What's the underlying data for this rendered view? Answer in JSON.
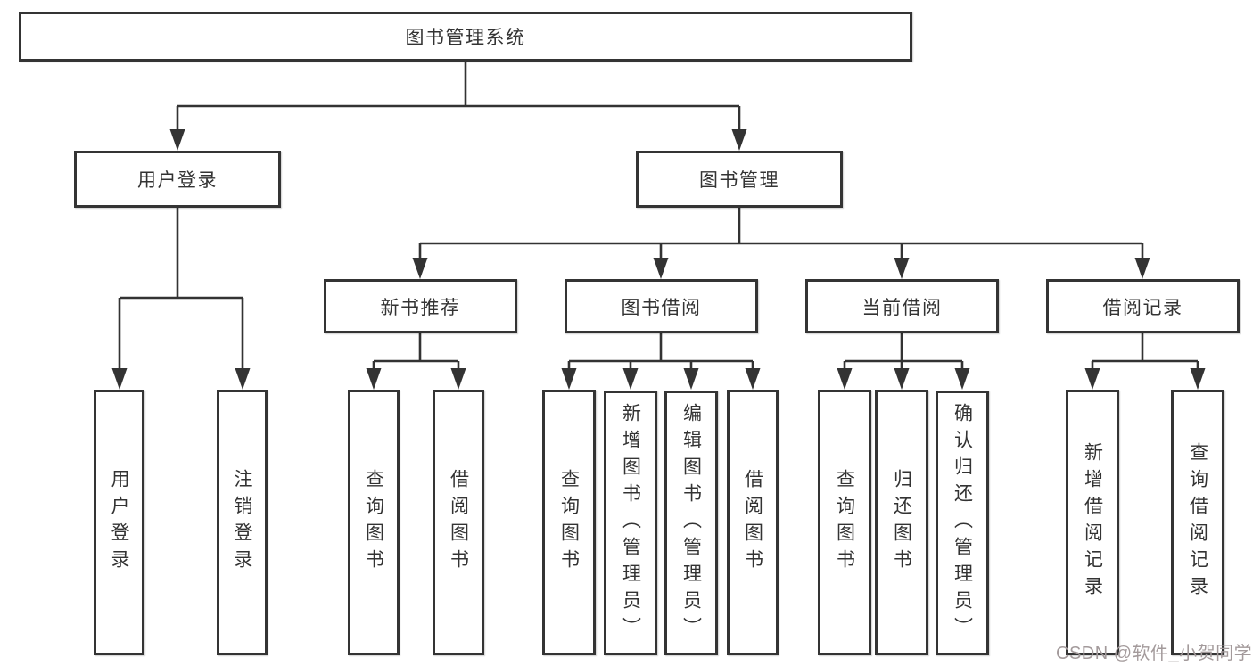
{
  "diagram": {
    "root": {
      "label": "图书管理系统"
    },
    "level2": [
      {
        "id": "user-login",
        "label": "用户登录"
      },
      {
        "id": "book-management",
        "label": "图书管理"
      }
    ],
    "level3": [
      {
        "id": "new-book-recommend",
        "label": "新书推荐"
      },
      {
        "id": "book-borrow",
        "label": "图书借阅"
      },
      {
        "id": "current-borrow",
        "label": "当前借阅"
      },
      {
        "id": "borrow-records",
        "label": "借阅记录"
      }
    ],
    "leaves": [
      {
        "id": "user-login-leaf",
        "label": "用户登录"
      },
      {
        "id": "logout",
        "label": "注销登录"
      },
      {
        "id": "query-books-1",
        "label": "查询图书"
      },
      {
        "id": "borrow-books-1",
        "label": "借阅图书"
      },
      {
        "id": "query-books-2",
        "label": "查询图书"
      },
      {
        "id": "add-books-admin",
        "label": "新增图书（管理员）"
      },
      {
        "id": "edit-books-admin",
        "label": "编辑图书（管理员）"
      },
      {
        "id": "borrow-books-2",
        "label": "借阅图书"
      },
      {
        "id": "query-books-3",
        "label": "查询图书"
      },
      {
        "id": "return-books",
        "label": "归还图书"
      },
      {
        "id": "confirm-return-admin",
        "label": "确认归还（管理员）"
      },
      {
        "id": "add-borrow-record",
        "label": "新增借阅记录"
      },
      {
        "id": "query-borrow-record",
        "label": "查询借阅记录"
      }
    ],
    "watermark": "CSDN @软件_小贺同学",
    "colors": {
      "line": "#333333",
      "box_border": "#343434",
      "text": "#333333",
      "background": "#ffffff",
      "watermark": "#a39a9b"
    }
  }
}
